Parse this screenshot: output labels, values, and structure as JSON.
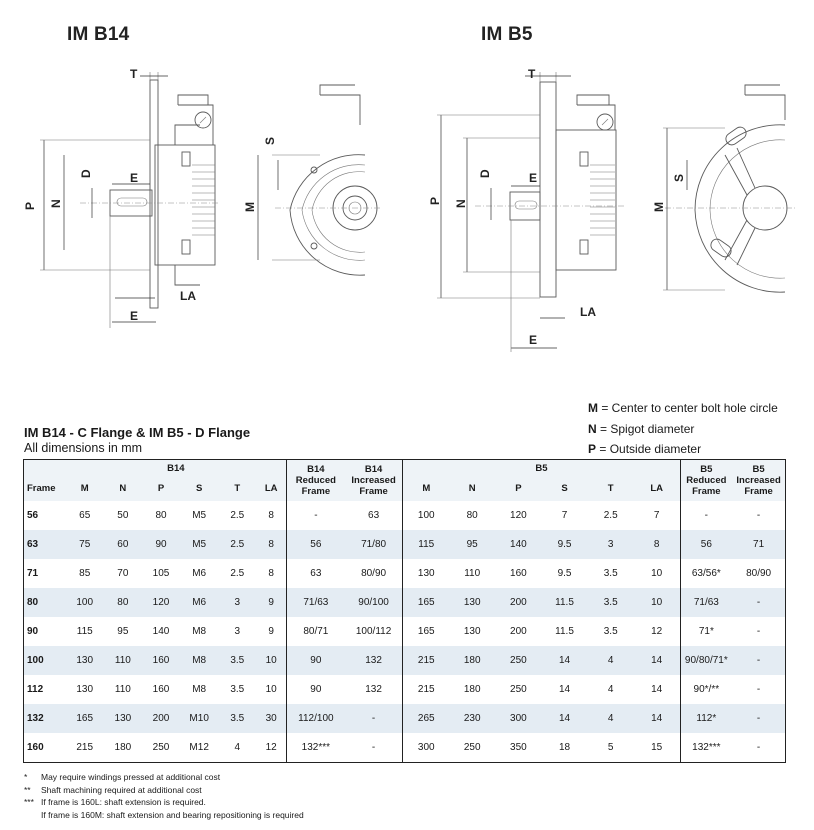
{
  "headings": {
    "b14": "IM B14",
    "b5": "IM B5"
  },
  "drawing_labels": {
    "b14": {
      "t": "T",
      "p": "P",
      "n": "N",
      "d": "D",
      "e_top": "E",
      "la": "LA",
      "e_bottom": "E",
      "s": "S",
      "m": "M"
    },
    "b5": {
      "t": "T",
      "p": "P",
      "n": "N",
      "d": "D",
      "e_top": "E",
      "la": "LA",
      "e_bottom": "E",
      "s": "S",
      "m": "M"
    }
  },
  "legend": [
    {
      "key": "M",
      "text": " = Center to center bolt hole circle"
    },
    {
      "key": "N",
      "text": " = Spigot diameter"
    },
    {
      "key": "P",
      "text": " = Outside diameter"
    }
  ],
  "table_title": "IM B14 - C Flange & IM B5 - D Flange",
  "table_subtitle": "All dimensions in mm",
  "table": {
    "group_b14": "B14",
    "group_b5": "B5",
    "b14_reduced": [
      "B14",
      "Reduced"
    ],
    "b14_increased": [
      "B14",
      "Increased"
    ],
    "b5_reduced": [
      "B5",
      "Reduced"
    ],
    "b5_increased": [
      "B5",
      "Increased"
    ],
    "col_frame": "Frame",
    "b14_cols": [
      "M",
      "N",
      "P",
      "S",
      "T",
      "LA"
    ],
    "b5_cols": [
      "M",
      "N",
      "P",
      "S",
      "T",
      "LA"
    ],
    "frame_word": "Frame",
    "rows": [
      [
        "56",
        "65",
        "50",
        "80",
        "M5",
        "2.5",
        "8",
        "-",
        "63",
        "100",
        "80",
        "120",
        "7",
        "2.5",
        "7",
        "-",
        "-"
      ],
      [
        "63",
        "75",
        "60",
        "90",
        "M5",
        "2.5",
        "8",
        "56",
        "71/80",
        "115",
        "95",
        "140",
        "9.5",
        "3",
        "8",
        "56",
        "71"
      ],
      [
        "71",
        "85",
        "70",
        "105",
        "M6",
        "2.5",
        "8",
        "63",
        "80/90",
        "130",
        "110",
        "160",
        "9.5",
        "3.5",
        "10",
        "63/56*",
        "80/90"
      ],
      [
        "80",
        "100",
        "80",
        "120",
        "M6",
        "3",
        "9",
        "71/63",
        "90/100",
        "165",
        "130",
        "200",
        "11.5",
        "3.5",
        "10",
        "71/63",
        "-"
      ],
      [
        "90",
        "115",
        "95",
        "140",
        "M8",
        "3",
        "9",
        "80/71",
        "100/112",
        "165",
        "130",
        "200",
        "11.5",
        "3.5",
        "12",
        "71*",
        "-"
      ],
      [
        "100",
        "130",
        "110",
        "160",
        "M8",
        "3.5",
        "10",
        "90",
        "132",
        "215",
        "180",
        "250",
        "14",
        "4",
        "14",
        "90/80/71*",
        "-"
      ],
      [
        "112",
        "130",
        "110",
        "160",
        "M8",
        "3.5",
        "10",
        "90",
        "132",
        "215",
        "180",
        "250",
        "14",
        "4",
        "14",
        "90*/**",
        "-"
      ],
      [
        "132",
        "165",
        "130",
        "200",
        "M10",
        "3.5",
        "30",
        "112/100",
        "-",
        "265",
        "230",
        "300",
        "14",
        "4",
        "14",
        "112*",
        "-"
      ],
      [
        "160",
        "215",
        "180",
        "250",
        "M12",
        "4",
        "12",
        "132***",
        "-",
        "300",
        "250",
        "350",
        "18",
        "5",
        "15",
        "132***",
        "-"
      ]
    ]
  },
  "notes": [
    {
      "mark": "*",
      "text": "May require windings pressed at additional cost"
    },
    {
      "mark": "**",
      "text": "Shaft machining required at additional cost"
    },
    {
      "mark": "***",
      "text": "If frame is 160L: shaft extension is required."
    },
    {
      "mark": "",
      "text": "If frame is 160M: shaft extension and bearing repositioning is required"
    }
  ]
}
